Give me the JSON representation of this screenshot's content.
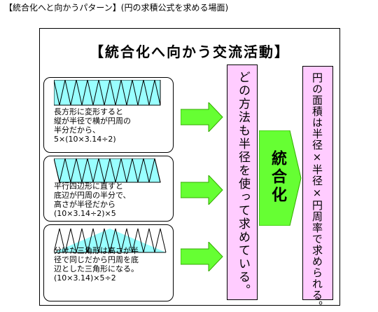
{
  "caption": "【統合化へと向かうパターン】(円の求積公式を求める場面)",
  "heading": "【統合化へ向かう交流活動】",
  "cards": [
    {
      "lines": [
        "長方形に変形すると",
        "縦が半径で横が円周の",
        "半分だから、",
        "5×(10×3.14÷2)"
      ]
    },
    {
      "lines": [
        "平行四辺形に直すと",
        "底辺が円周の半分で、",
        "高さが半径だから",
        "(10×3.14÷2)×5"
      ]
    },
    {
      "lines": [
        "分けた三角形は高さが半",
        "径で同じだから円周を底",
        "辺とした三角形になる。",
        "(10×3.14)×5÷2"
      ]
    }
  ],
  "middle_text": "どの方法も半径を使って求めている。",
  "integration_label": "統合化",
  "result_text": "円の面積は半径×半径×円周率で求められる。",
  "colors": {
    "arrow_green": "#66ff33",
    "box_pink": "#ffccff",
    "strip_fill": "#99ffff"
  }
}
